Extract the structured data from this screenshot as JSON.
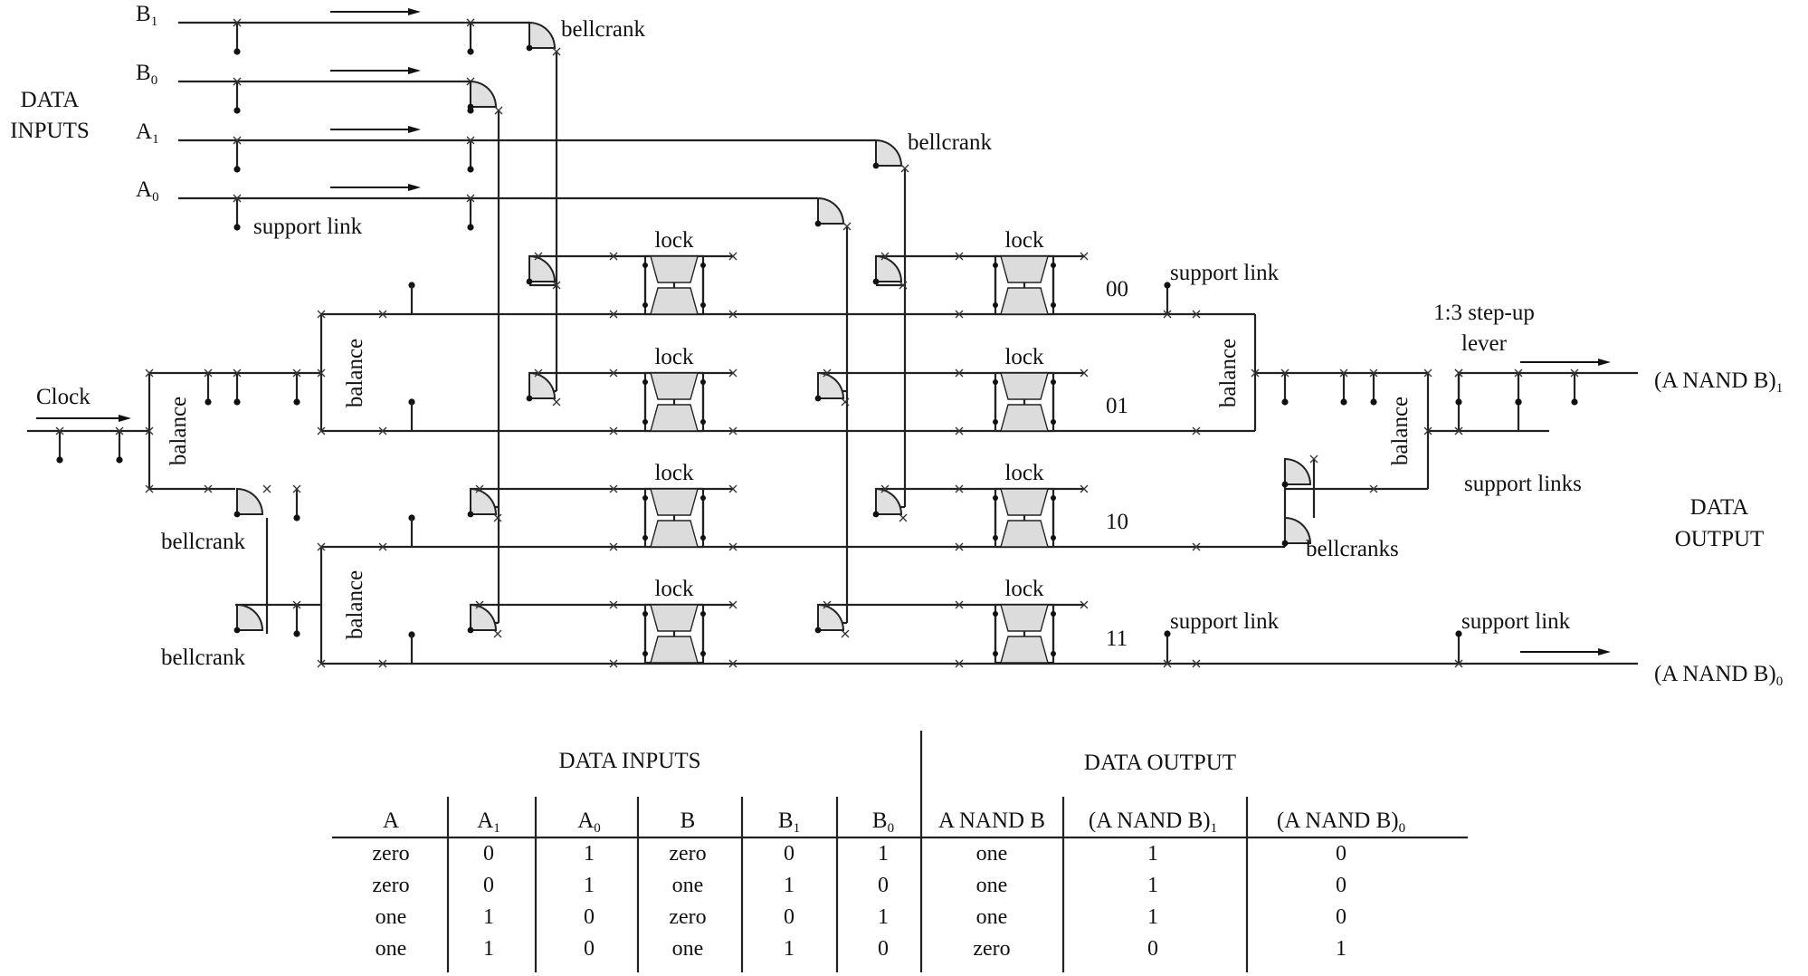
{
  "diagram": {
    "inputs_heading": [
      "DATA",
      "INPUTS"
    ],
    "output_heading": [
      "DATA",
      "OUTPUT"
    ],
    "input_names": [
      {
        "base": "B",
        "sub": "1"
      },
      {
        "base": "B",
        "sub": "0"
      },
      {
        "base": "A",
        "sub": "1"
      },
      {
        "base": "A",
        "sub": "0"
      }
    ],
    "clock": "Clock",
    "bellcrank": "bellcrank",
    "bellcranks": "bellcranks",
    "support_link": "support link",
    "support_links": "support links",
    "lock": "lock",
    "balance": "balance",
    "rows": [
      "00",
      "01",
      "10",
      "11"
    ],
    "stepup": [
      "1:3 step-up",
      "lever"
    ],
    "out1": {
      "base": "(A NAND B)",
      "sub": "1"
    },
    "out0": {
      "base": "(A NAND B)",
      "sub": "0"
    }
  },
  "truth_table": {
    "group_inputs": "DATA INPUTS",
    "group_output": "DATA OUTPUT",
    "headers": [
      {
        "base": "A",
        "sub": ""
      },
      {
        "base": "A",
        "sub": "1"
      },
      {
        "base": "A",
        "sub": "0"
      },
      {
        "base": "B",
        "sub": ""
      },
      {
        "base": "B",
        "sub": "1"
      },
      {
        "base": "B",
        "sub": "0"
      },
      {
        "base": "A NAND B",
        "sub": ""
      },
      {
        "base": "(A NAND B)",
        "sub": "1"
      },
      {
        "base": "(A NAND B)",
        "sub": "0"
      }
    ],
    "rows": [
      [
        "zero",
        "0",
        "1",
        "zero",
        "0",
        "1",
        "one",
        "1",
        "0"
      ],
      [
        "zero",
        "0",
        "1",
        "one",
        "1",
        "0",
        "one",
        "1",
        "0"
      ],
      [
        "one",
        "1",
        "0",
        "zero",
        "0",
        "1",
        "one",
        "1",
        "0"
      ],
      [
        "one",
        "1",
        "0",
        "one",
        "1",
        "0",
        "zero",
        "0",
        "1"
      ]
    ]
  }
}
